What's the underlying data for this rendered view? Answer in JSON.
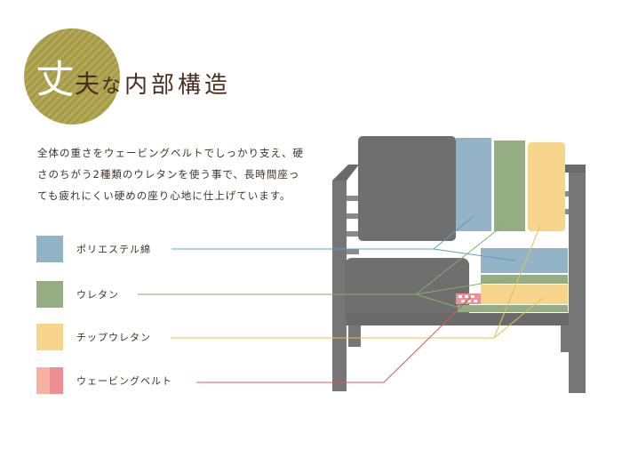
{
  "heading": {
    "char1": "丈",
    "char2": "夫",
    "char3": "な",
    "rest": "内部構造"
  },
  "description": "全体の重さをウェービングベルトでしっかり支え、硬さのちがう2種類のウレタンを使う事で、長時間座っても疲れにくい硬めの座り心地に仕上げています。",
  "legend": [
    {
      "label": "ポリエステル綿",
      "color": "#93b4c6"
    },
    {
      "label": "ウレタン",
      "color": "#94ad82"
    },
    {
      "label": "チップウレタン",
      "color": "#f7d58c"
    },
    {
      "label": "ウェービングベルト",
      "colors": [
        "#f4b3a0",
        "#ee8f95"
      ]
    }
  ],
  "colors": {
    "badge": "#a9a04f",
    "frame": "#767676",
    "cushion": "#6f6f6f",
    "title_text": "#4a2f1f",
    "polyester_line": "#5f9cc2",
    "urethane_line": "#86ad6b",
    "chip_line": "#e1c157",
    "belt_line": "#d4585b"
  }
}
